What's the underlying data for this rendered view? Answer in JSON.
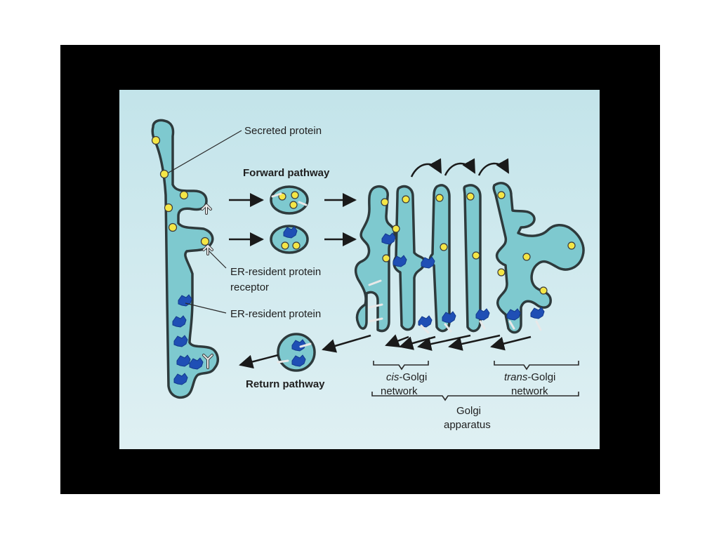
{
  "labels": {
    "secreted_protein": "Secreted protein",
    "forward_pathway": "Forward pathway",
    "er_receptor_line1": "ER-resident protein",
    "er_receptor_line2": "receptor",
    "er_resident_protein": "ER-resident protein",
    "return_pathway": "Return pathway",
    "cis_italic": "cis",
    "cis_rest": "-Golgi",
    "cis_line2": "network",
    "trans_italic": "trans",
    "trans_rest": "-Golgi",
    "trans_line2": "network",
    "golgi_line1": "Golgi",
    "golgi_line2": "apparatus"
  },
  "colors": {
    "page_bg": "#ffffff",
    "frame": "#000000",
    "panel_bg_top": "#c3e4ea",
    "panel_bg_bottom": "#dff0f3",
    "membrane": "#2e3a3c",
    "lumen": "#7ec9cf",
    "secreted_protein": "#f4e646",
    "er_resident_protein": "#1f4fb5",
    "receptor": "#e8e8e8"
  }
}
